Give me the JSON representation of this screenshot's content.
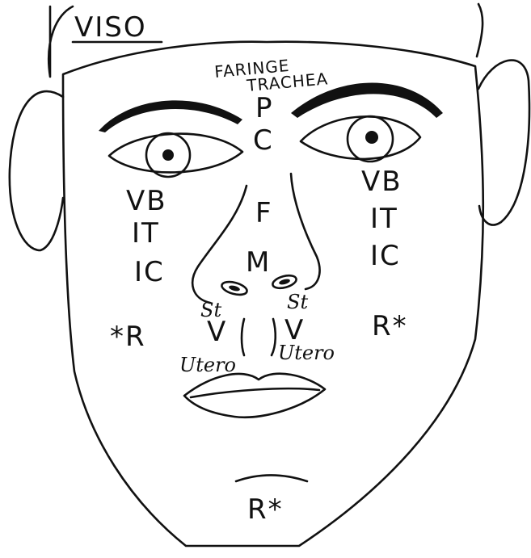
{
  "title": "VISO",
  "forehead": {
    "line1": "FARINGE",
    "line2": "TRACHEA",
    "p": "P",
    "c": "C"
  },
  "cheek_left": {
    "vb": "VB",
    "it": "IT",
    "ic": "IC",
    "r": "*R"
  },
  "cheek_right": {
    "vb": "VB",
    "it": "IT",
    "ic": "IC",
    "r": "R*"
  },
  "nose": {
    "f": "F",
    "m": "M"
  },
  "below_nose_left": {
    "st": "St",
    "v": "V",
    "utero": "Utero"
  },
  "below_nose_right": {
    "st": "St",
    "v": "V",
    "utero": "Utero"
  },
  "chin": {
    "r": "R*"
  },
  "colors": {
    "ink": "#111111",
    "paper": "#ffffff"
  }
}
